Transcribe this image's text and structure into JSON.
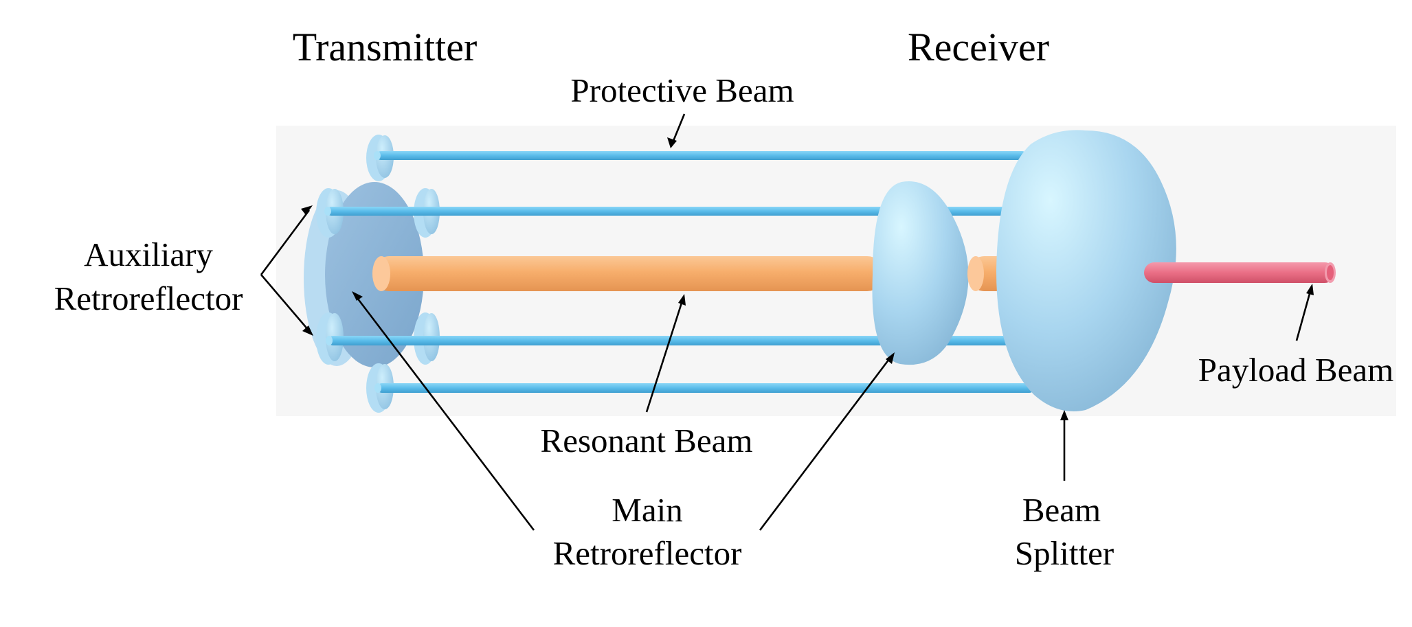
{
  "diagram": {
    "titles": {
      "transmitter": "Transmitter",
      "receiver": "Receiver"
    },
    "labels": {
      "protective_beam": "Protective Beam",
      "auxiliary_retroreflector": [
        "Auxiliary",
        "Retroreflector"
      ],
      "resonant_beam": "Resonant Beam",
      "main_retroreflector": [
        "Main",
        "Retroreflector"
      ],
      "beam_splitter": [
        "Beam",
        "Splitter"
      ],
      "payload_beam": "Payload Beam"
    },
    "colors": {
      "protective_beam": "#5bbcea",
      "resonant_beam": "#f7ae6c",
      "payload_beam": "#ea6f86",
      "retroreflector": "#8ab4d8",
      "lens_light": "#d8f6ff",
      "lens_dark": "#86b6d6",
      "background_panel": "#f6f6f6"
    }
  }
}
